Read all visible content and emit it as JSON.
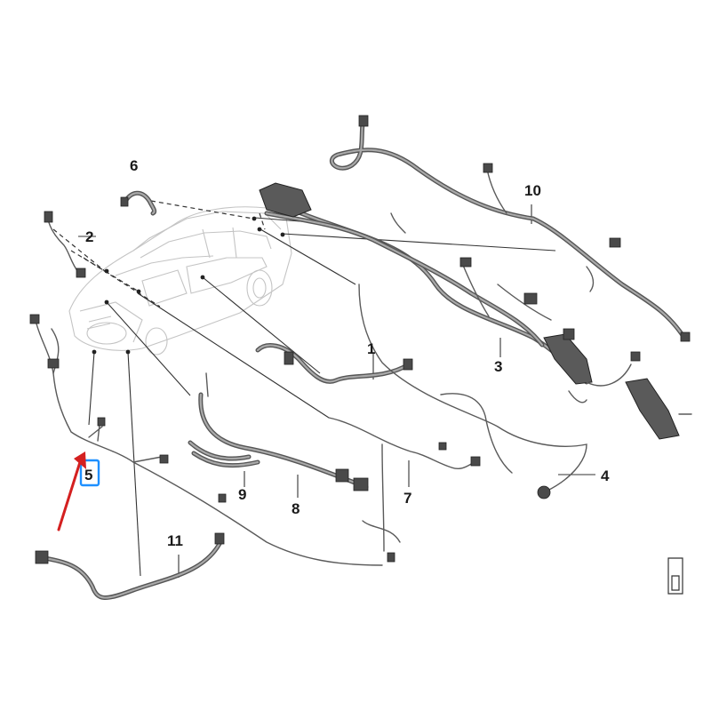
{
  "parts": [
    {
      "number": "1"
    },
    {
      "number": "2"
    },
    {
      "number": "3"
    },
    {
      "number": "4"
    },
    {
      "number": "5"
    },
    {
      "number": "6"
    },
    {
      "number": "7"
    },
    {
      "number": "8"
    },
    {
      "number": "9"
    },
    {
      "number": "10"
    },
    {
      "number": "11"
    }
  ],
  "highlight": {
    "part": "5",
    "box_color": "#1e90ff",
    "arrow_color": "#d42020"
  }
}
